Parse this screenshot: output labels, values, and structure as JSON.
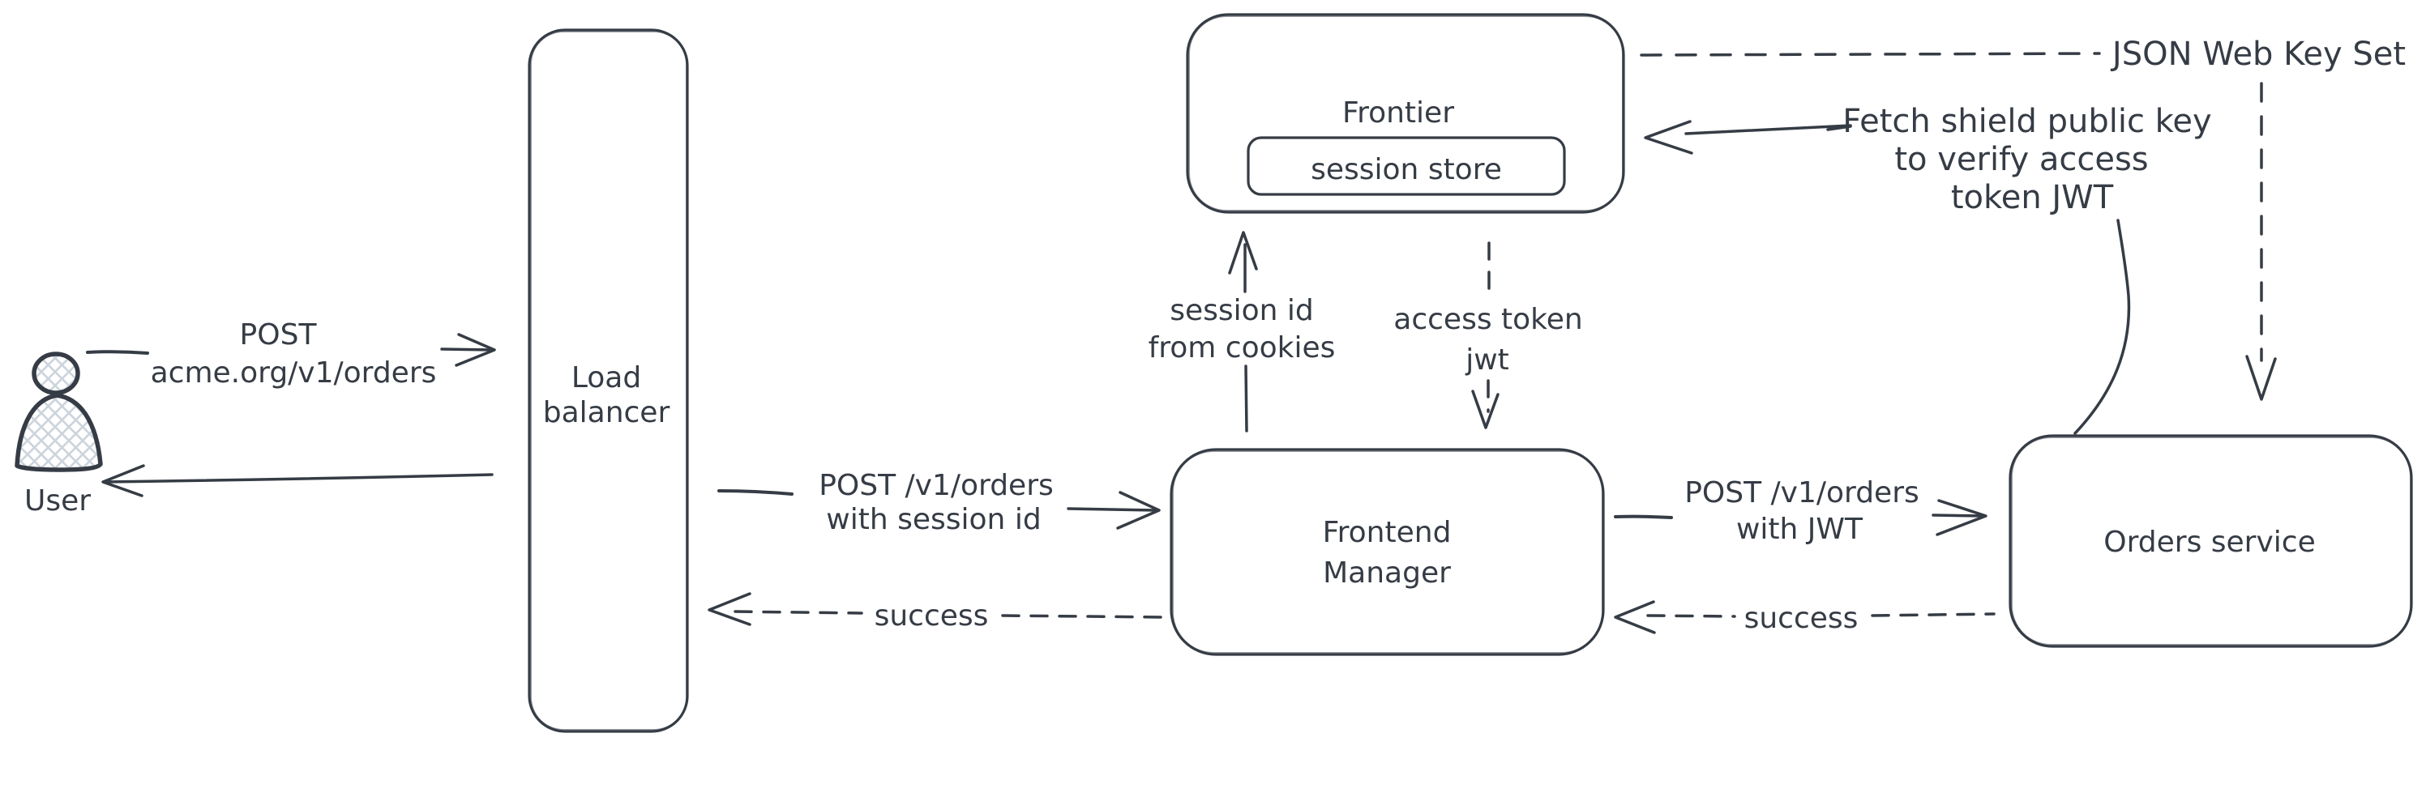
{
  "diagram": {
    "background": "#ffffff",
    "stroke_color": "#363c45",
    "hatch_color": "#ccd4dc",
    "nodes": {
      "user": {
        "label": "User"
      },
      "load_balancer": {
        "line1": "Load",
        "line2": "balancer"
      },
      "frontier": {
        "label": "Frontier"
      },
      "session_store": {
        "label": "session store"
      },
      "frontend_manager": {
        "line1": "Frontend",
        "line2": "Manager"
      },
      "orders_service": {
        "label": "Orders service"
      }
    },
    "edges": {
      "user_to_lb": {
        "line1": "POST",
        "line2": "acme.org/v1/orders"
      },
      "lb_to_fm": {
        "line1": "POST /v1/orders",
        "line2": "with session id"
      },
      "fm_to_lb": {
        "label": "success"
      },
      "fm_to_frontier": {
        "line1": "session id",
        "line2": "from cookies"
      },
      "frontier_to_fm": {
        "line1": "access token",
        "line2": "jwt"
      },
      "fm_to_orders": {
        "line1": "POST /v1/orders",
        "line2": "with JWT"
      },
      "orders_to_fm": {
        "label": "success"
      },
      "frontier_to_jwks": {
        "label": "JSON Web Key Set"
      },
      "orders_to_frontier": {
        "line1": "Fetch shield public key",
        "line2": "to verify access",
        "line3": "token JWT"
      }
    }
  }
}
